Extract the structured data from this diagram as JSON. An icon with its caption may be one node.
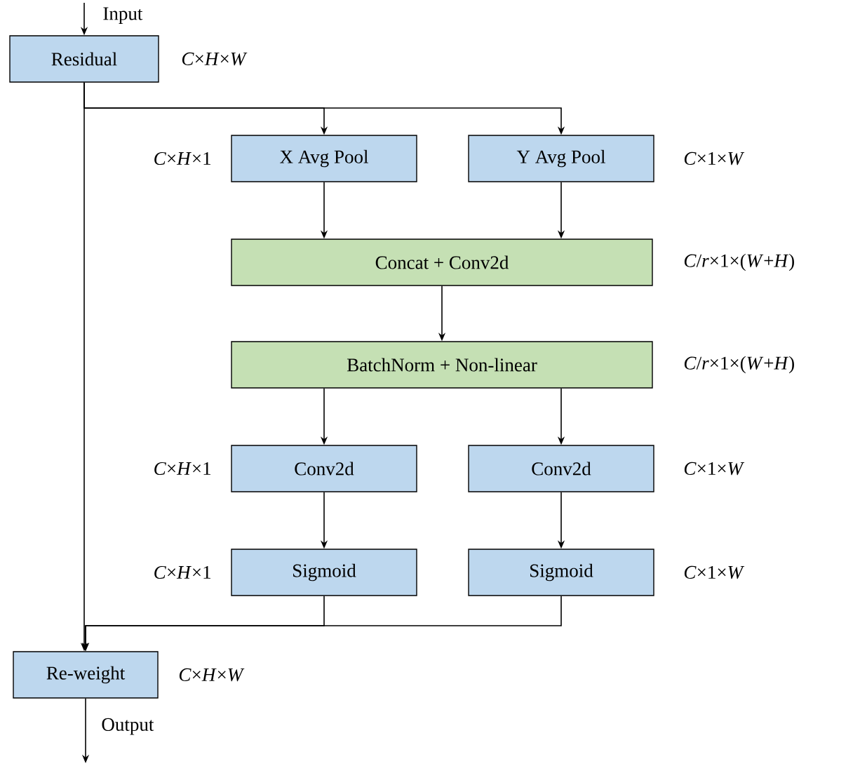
{
  "diagram": {
    "nodes": [
      {
        "text": [
          "Residual"
        ],
        "beside": [
          "*C*×*H*×*W*"
        ]
      },
      {
        "text": [
          "X Avg Pool"
        ],
        "beside": [
          "*C*×*H*×1"
        ]
      },
      {
        "text": [
          "Y Avg Pool"
        ],
        "beside": [
          "*C*×1×*W*"
        ]
      },
      {
        "text": [
          "Concat + Conv2d"
        ],
        "beside": [
          "*C*/*r*×1×(*W*+*H*)"
        ]
      },
      {
        "text": [
          "BatchNorm + Non-linear"
        ],
        "beside": [
          "*C*/*r*×1×(*W*+*H*)"
        ]
      },
      {
        "text": [
          "Conv2d"
        ],
        "beside": [
          "*C*×*H*×1"
        ]
      },
      {
        "text": [
          "Conv2d"
        ],
        "beside": [
          "*C*×1×*W*"
        ]
      },
      {
        "text": [
          "Sigmoid"
        ],
        "beside": [
          "*C*×*H*×1"
        ]
      },
      {
        "text": [
          "Sigmoid"
        ],
        "beside": [
          "*C*×1×*W*"
        ]
      },
      {
        "text": [
          "Re-weight"
        ],
        "beside": [
          "*C*×*H*×*W*"
        ]
      }
    ],
    "edges": [
      {
        "from": null,
        "to": 0,
        "arrow": "to",
        "label": "Input"
      },
      {
        "from": 0,
        "to": 1,
        "arrow": "to"
      },
      {
        "from": 0,
        "to": 2,
        "arrow": "to"
      },
      {
        "from": 1,
        "to": 3,
        "arrow": "to"
      },
      {
        "from": 2,
        "to": 3,
        "arrow": "to"
      },
      {
        "from": 3,
        "to": 4,
        "arrow": "to"
      },
      {
        "from": 4,
        "to": 5,
        "arrow": "to"
      },
      {
        "from": 4,
        "to": 6,
        "arrow": "to"
      },
      {
        "from": 5,
        "to": 7,
        "arrow": "to"
      },
      {
        "from": 6,
        "to": 8,
        "arrow": "to"
      },
      {
        "from": 7,
        "to": 9,
        "arrow": "to"
      },
      {
        "from": 8,
        "to": 9,
        "arrow": "to"
      },
      {
        "from": 0,
        "to": 9,
        "arrow": "to"
      },
      {
        "from": 9,
        "to": null,
        "arrow": "to",
        "label": "Output"
      }
    ]
  }
}
